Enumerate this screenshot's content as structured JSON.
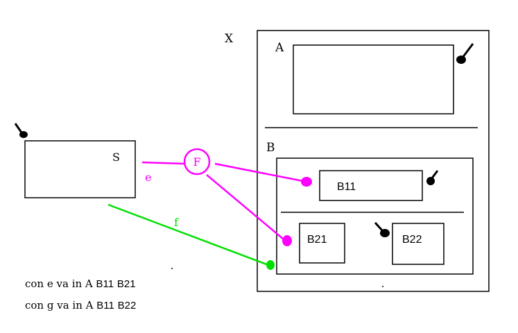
{
  "diagram": {
    "label_x": "X",
    "label_a": "A",
    "label_b": "B",
    "label_s": "S",
    "label_f_node": "F",
    "label_e": "e",
    "label_f_edge": "f",
    "label_b11": "B11",
    "label_b21": "B21",
    "label_b22": "B22"
  },
  "notes": [
    {
      "prefix": "con e va in A ",
      "b1": "B11",
      "b2": "B21"
    },
    {
      "prefix": "con g va in A ",
      "b1": "B11",
      "b2": "B22"
    }
  ],
  "colors": {
    "magenta": "#ff00ff",
    "green": "#00e000",
    "black": "#000000"
  }
}
